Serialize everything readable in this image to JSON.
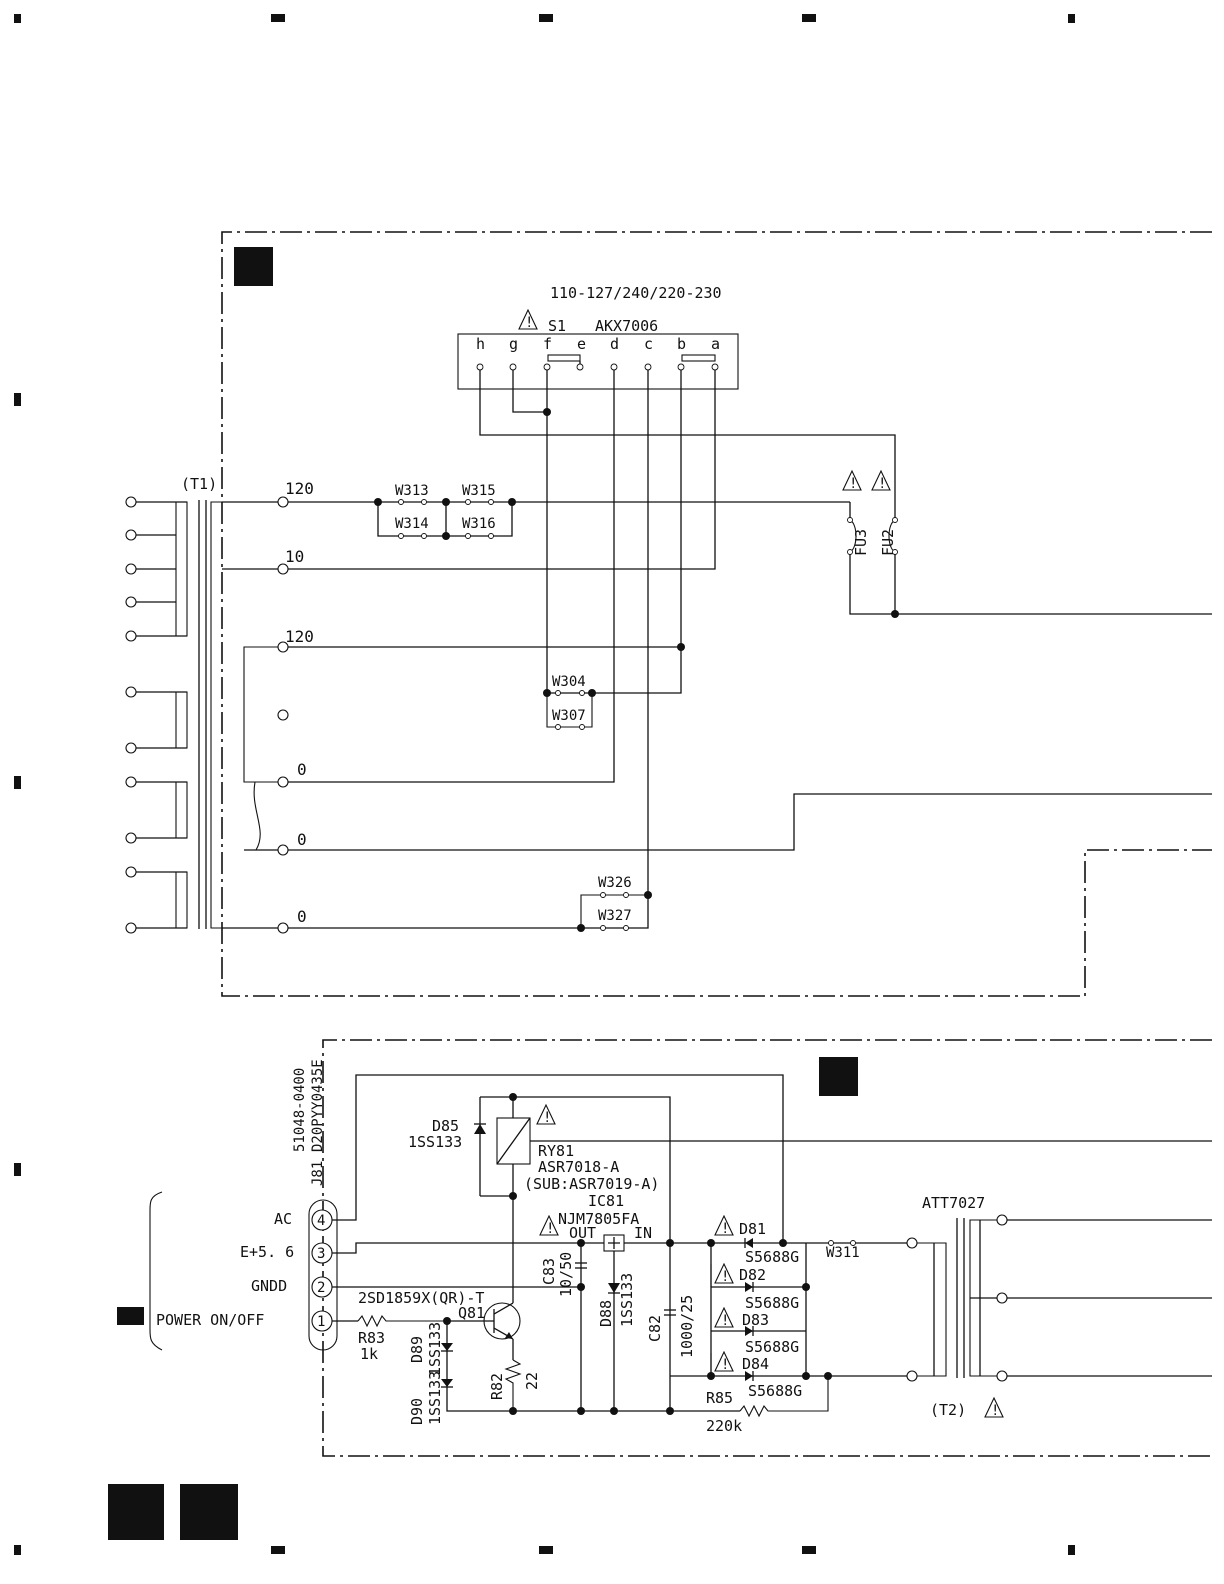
{
  "switch": {
    "voltages": "110-127/240/220-230",
    "ref": "S1",
    "part": "AKX7006",
    "pins": [
      "h",
      "g",
      "f",
      "e",
      "d",
      "c",
      "b",
      "a"
    ]
  },
  "transformer1": {
    "ref": "(T1)",
    "taps": [
      "120",
      "10",
      "120",
      "0",
      "0",
      "0"
    ]
  },
  "jumpers": [
    "W313",
    "W315",
    "W314",
    "W316",
    "W304",
    "W307",
    "W326",
    "W327",
    "W311"
  ],
  "fuses": [
    "FU3",
    "FU2"
  ],
  "connector": {
    "ref": "J81",
    "part1": "51048-0400",
    "part2": "D20PYY0435E",
    "pins": [
      {
        "num": "4",
        "label": "AC"
      },
      {
        "num": "3",
        "label": "E+5. 6"
      },
      {
        "num": "2",
        "label": "GNDD"
      },
      {
        "num": "1",
        "label": "POWER  ON/OFF"
      }
    ]
  },
  "relay": {
    "ref": "RY81",
    "part": "ASR7018-A",
    "sub": "(SUB:ASR7019-A)"
  },
  "regulator": {
    "ref": "IC81",
    "part": "NJM7805FA",
    "out": "OUT",
    "in": "IN"
  },
  "diodes": {
    "d85": {
      "ref": "D85",
      "part": "1SS133"
    },
    "d88": {
      "ref": "D88",
      "part": "1SS133"
    },
    "d89": {
      "ref": "D89",
      "part": "1SS133"
    },
    "d90": {
      "ref": "D90",
      "part": "1SS133"
    },
    "d81": {
      "ref": "D81",
      "part": "S5688G"
    },
    "d82": {
      "ref": "D82",
      "part": "S5688G"
    },
    "d83": {
      "ref": "D83",
      "part": "S5688G"
    },
    "d84": {
      "ref": "D84",
      "part": "S5688G"
    }
  },
  "transistor": {
    "ref": "Q81",
    "part": "2SD1859X(QR)-T"
  },
  "resistors": {
    "r83": {
      "ref": "R83",
      "value": "1k"
    },
    "r82": {
      "ref": "R82",
      "value": "22"
    },
    "r85": {
      "ref": "R85",
      "value": "220k"
    }
  },
  "capacitors": {
    "c83": {
      "ref": "C83",
      "value": "10/50"
    },
    "c82": {
      "ref": "C82",
      "value": "1000/25"
    }
  },
  "transformer2": {
    "ref": "(T2)",
    "part": "ATT7027"
  }
}
